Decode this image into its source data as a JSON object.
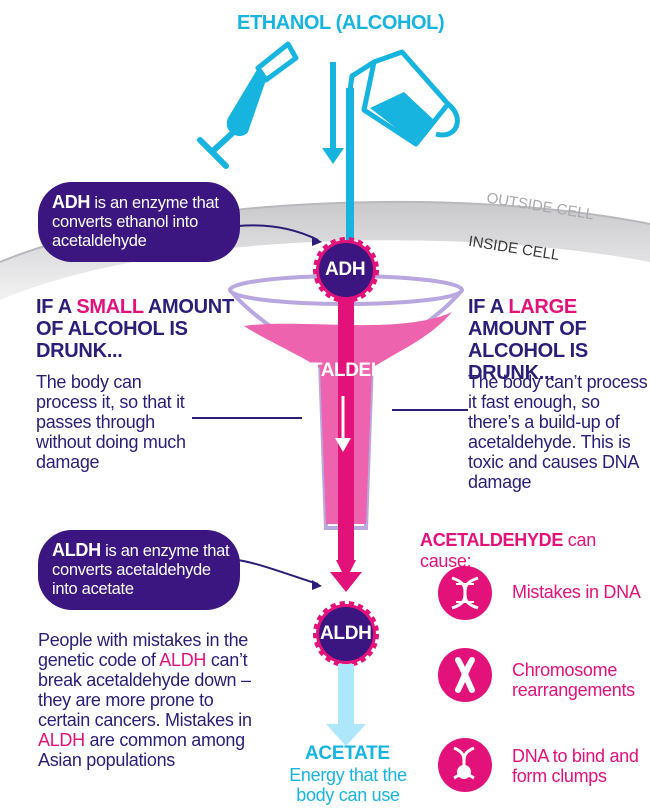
{
  "title": "ETHANOL (ALCOHOL)",
  "regions": {
    "outside": "OUTSIDE CELL",
    "inside": "INSIDE CELL"
  },
  "enzymes": {
    "adh": "ADH",
    "aldh": "ALDH"
  },
  "funnel_label": "ACETALDEHYDE",
  "callouts": {
    "adh": {
      "enzyme": "ADH",
      "text": "is an enzyme that converts ethanol into acetaldehyde"
    },
    "aldh": {
      "enzyme": "ALDH",
      "text": "is an enzyme that converts acetaldehyde into acetate"
    }
  },
  "small": {
    "heading_pre": "IF A ",
    "heading_em": "SMALL",
    "heading_post": " AMOUNT OF ALCOHOL IS DRUNK...",
    "body": "The body can process it, so that it passes through without doing much damage"
  },
  "large": {
    "heading_pre": "IF A ",
    "heading_em": "LARGE",
    "heading_post": " AMOUNT OF ALCOHOL IS DRUNK...",
    "body": "The body can’t process it fast enough, so there’s a build-up of acetaldehyde. This is toxic and causes DNA damage"
  },
  "aldh_note": {
    "p1": "People with mistakes in the genetic code of ",
    "em1": "ALDH",
    "p2": " can’t break acetaldehyde down – they are more prone to certain cancers. Mistakes in ",
    "em2": "ALDH",
    "p3": " are common among Asian populations"
  },
  "acetate": {
    "title": "ACETATE",
    "text": "Energy that the body can use"
  },
  "causes": {
    "heading_em": "ACETALDEHYDE",
    "heading_post": " can cause:",
    "items": [
      {
        "label": "Mistakes in DNA",
        "icon": "dna-mistake-icon"
      },
      {
        "label": "Chromosome rearrangements",
        "icon": "chromosome-icon"
      },
      {
        "label": "DNA to bind and form clumps",
        "icon": "dna-clump-icon"
      }
    ]
  },
  "colors": {
    "pink": "#e3127a",
    "navy": "#2a1e78",
    "cyan": "#18b4e0",
    "purple_pill": "#3b1580"
  }
}
